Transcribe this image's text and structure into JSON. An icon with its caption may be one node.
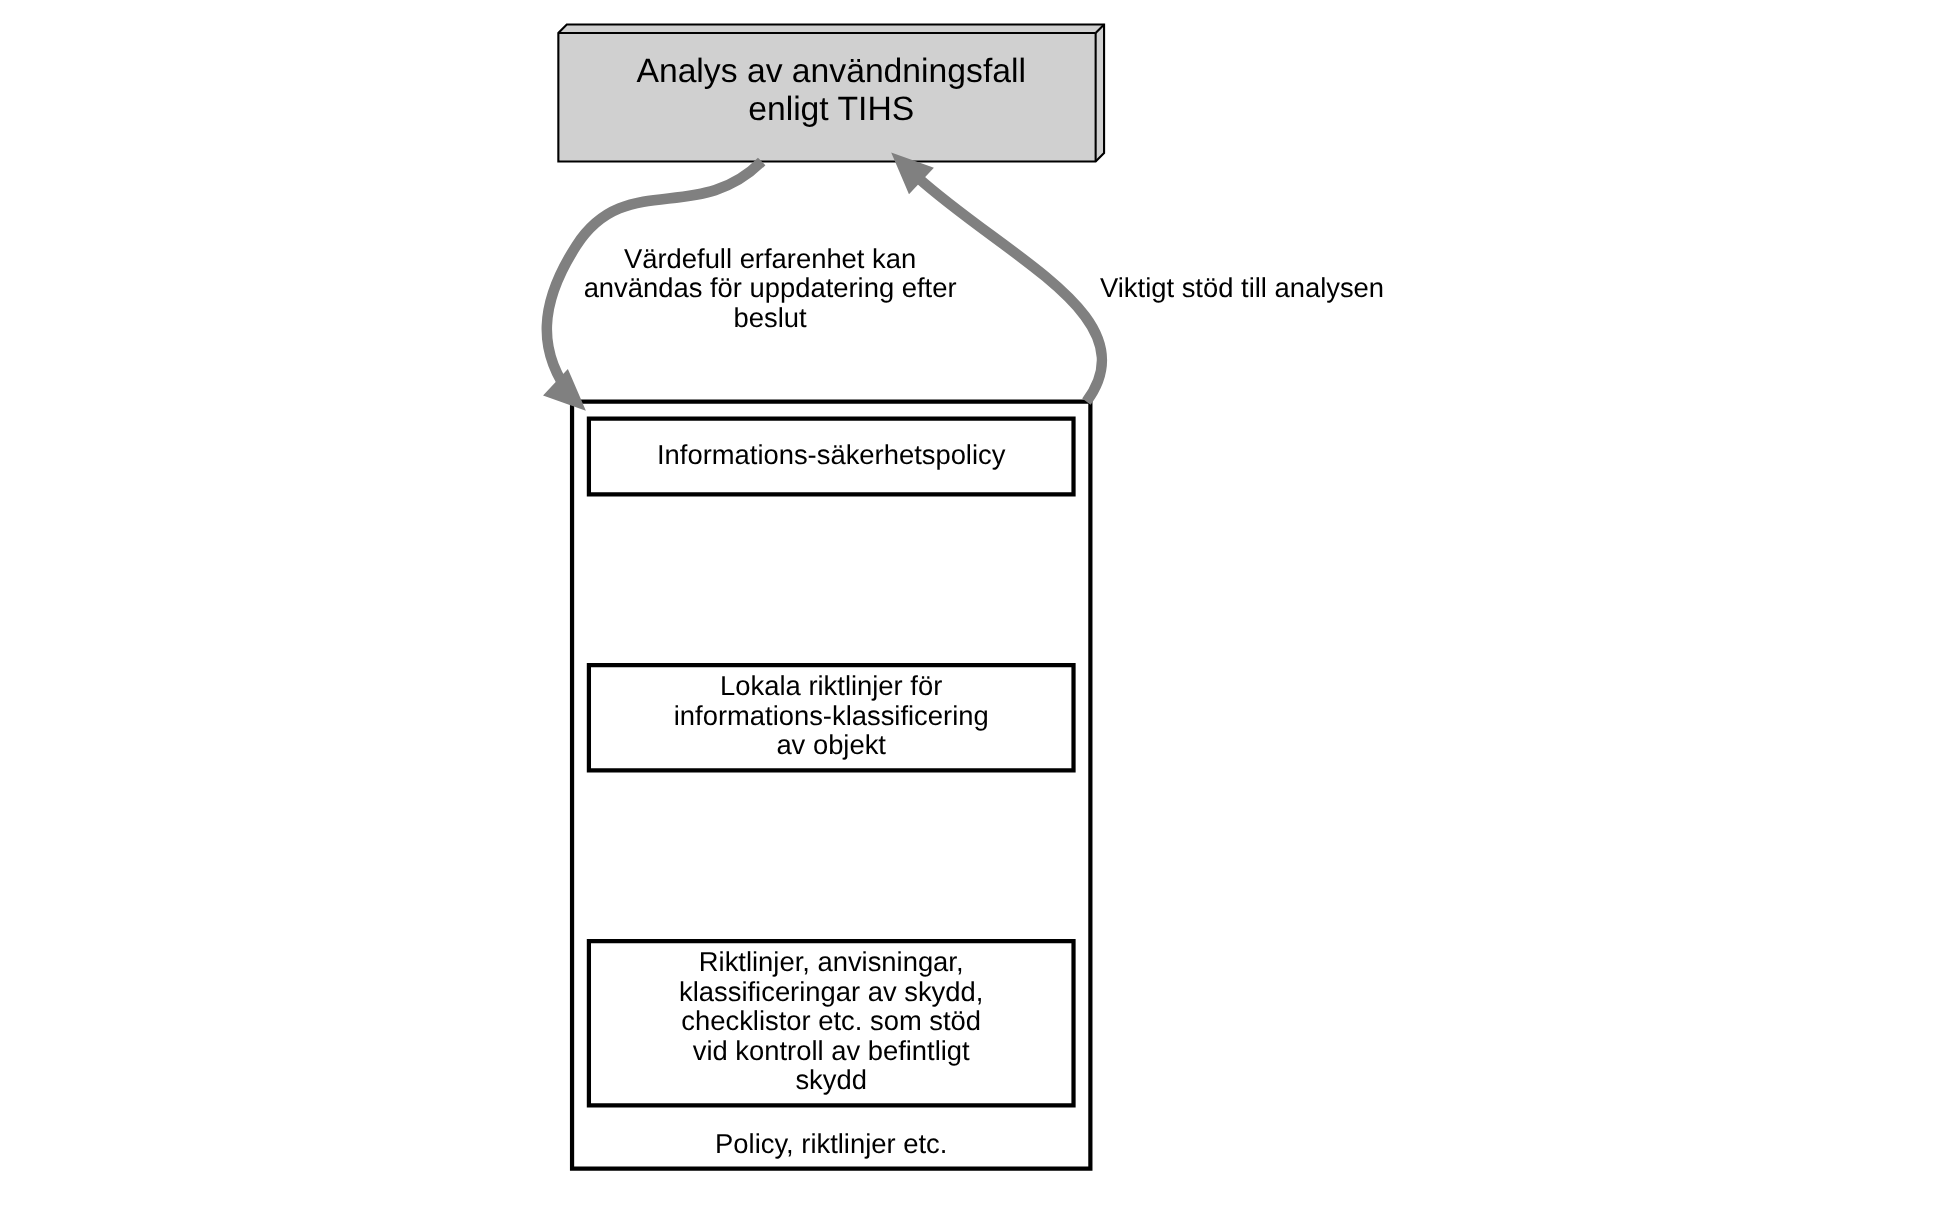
{
  "diagram": {
    "nodes": [
      {
        "text": [
          "Analys av användningsfall enligt TIHS"
        ]
      },
      {
        "text": [
          "Policy, riktlinjer etc."
        ]
      },
      {
        "text": [
          "Informations-säkerhetspolicy"
        ],
        "in": 1
      },
      {
        "text": [
          "Lokala riktlinjer för informations-klassificering av objekt"
        ],
        "in": 1
      },
      {
        "text": [
          "Riktlinjer, anvisningar, klassificeringar av skydd, checklistor etc. som stöd vid kontroll av befintligt skydd"
        ],
        "in": 1
      }
    ],
    "edges": [
      {
        "from": 0,
        "to": 1,
        "arrow": "to",
        "label": "Värdefull erfarenhet kan användas för uppdatering efter beslut"
      },
      {
        "from": 1,
        "to": 0,
        "arrow": "to",
        "label": "Viktigt stöd till analysen"
      }
    ]
  }
}
